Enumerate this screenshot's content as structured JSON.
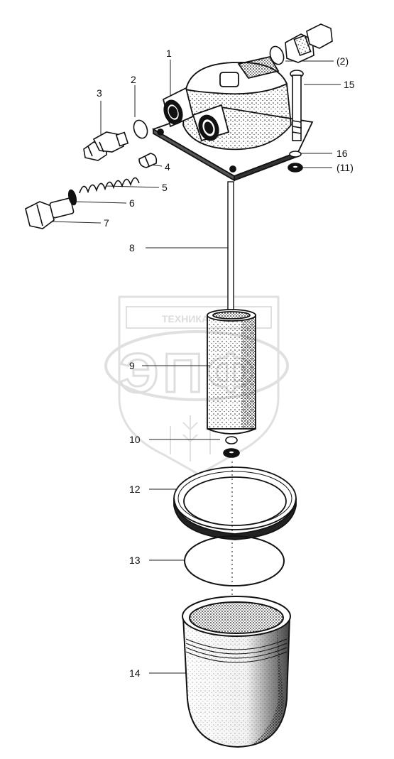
{
  "watermark": {
    "line1": "ТЕХНИКА",
    "line2": "ЭПФ",
    "color": "#c8c8c8"
  },
  "callouts": [
    {
      "id": "1",
      "text": "1"
    },
    {
      "id": "2",
      "text": "2"
    },
    {
      "id": "2b",
      "text": "(2)"
    },
    {
      "id": "3",
      "text": "3"
    },
    {
      "id": "4",
      "text": "4"
    },
    {
      "id": "5",
      "text": "5"
    },
    {
      "id": "6",
      "text": "6"
    },
    {
      "id": "7",
      "text": "7"
    },
    {
      "id": "8",
      "text": "8"
    },
    {
      "id": "9",
      "text": "9"
    },
    {
      "id": "10",
      "text": "10"
    },
    {
      "id": "11",
      "text": "(11)"
    },
    {
      "id": "12",
      "text": "12"
    },
    {
      "id": "13",
      "text": "13"
    },
    {
      "id": "14",
      "text": "14"
    },
    {
      "id": "15",
      "text": "15"
    },
    {
      "id": "16",
      "text": "16"
    }
  ]
}
